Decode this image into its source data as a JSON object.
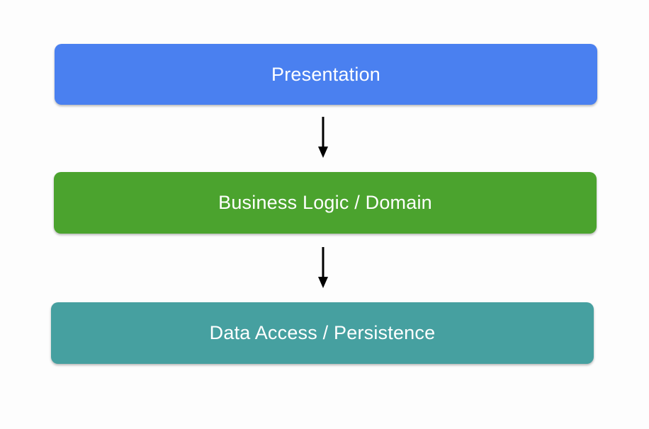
{
  "colors": {
    "background": "#fdfdfd",
    "label_text": "#ffffff",
    "arrow": "#000000"
  },
  "layers": [
    {
      "id": "presentation",
      "label": "Presentation",
      "fill": "#4a80f0"
    },
    {
      "id": "business-logic",
      "label": "Business Logic / Domain",
      "fill": "#4ba32e"
    },
    {
      "id": "data-access",
      "label": "Data Access / Persistence",
      "fill": "#46a0a0"
    }
  ],
  "arrows": [
    {
      "from": "presentation",
      "to": "business-logic",
      "direction": "down"
    },
    {
      "from": "business-logic",
      "to": "data-access",
      "direction": "down"
    }
  ]
}
